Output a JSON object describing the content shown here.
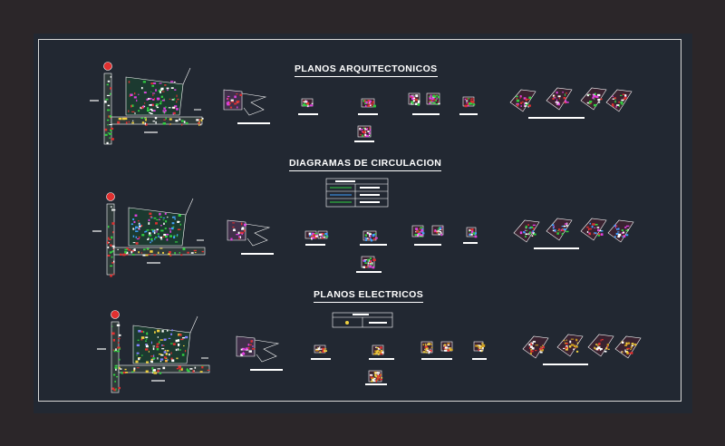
{
  "sections": [
    {
      "title": "PLANOS ARQUITECTONICOS"
    },
    {
      "title": "DIAGRAMAS DE CIRCULACION"
    },
    {
      "title": "PLANOS ELECTRICOS"
    }
  ],
  "colors": {
    "background": "#2b2629",
    "drawing_area": "#222832",
    "frame": "#d8d8d8",
    "linework": "#ffffff",
    "accent_red": "#e03030",
    "accent_green": "#30d040",
    "accent_yellow": "#f0d040",
    "accent_magenta": "#e040e0"
  }
}
